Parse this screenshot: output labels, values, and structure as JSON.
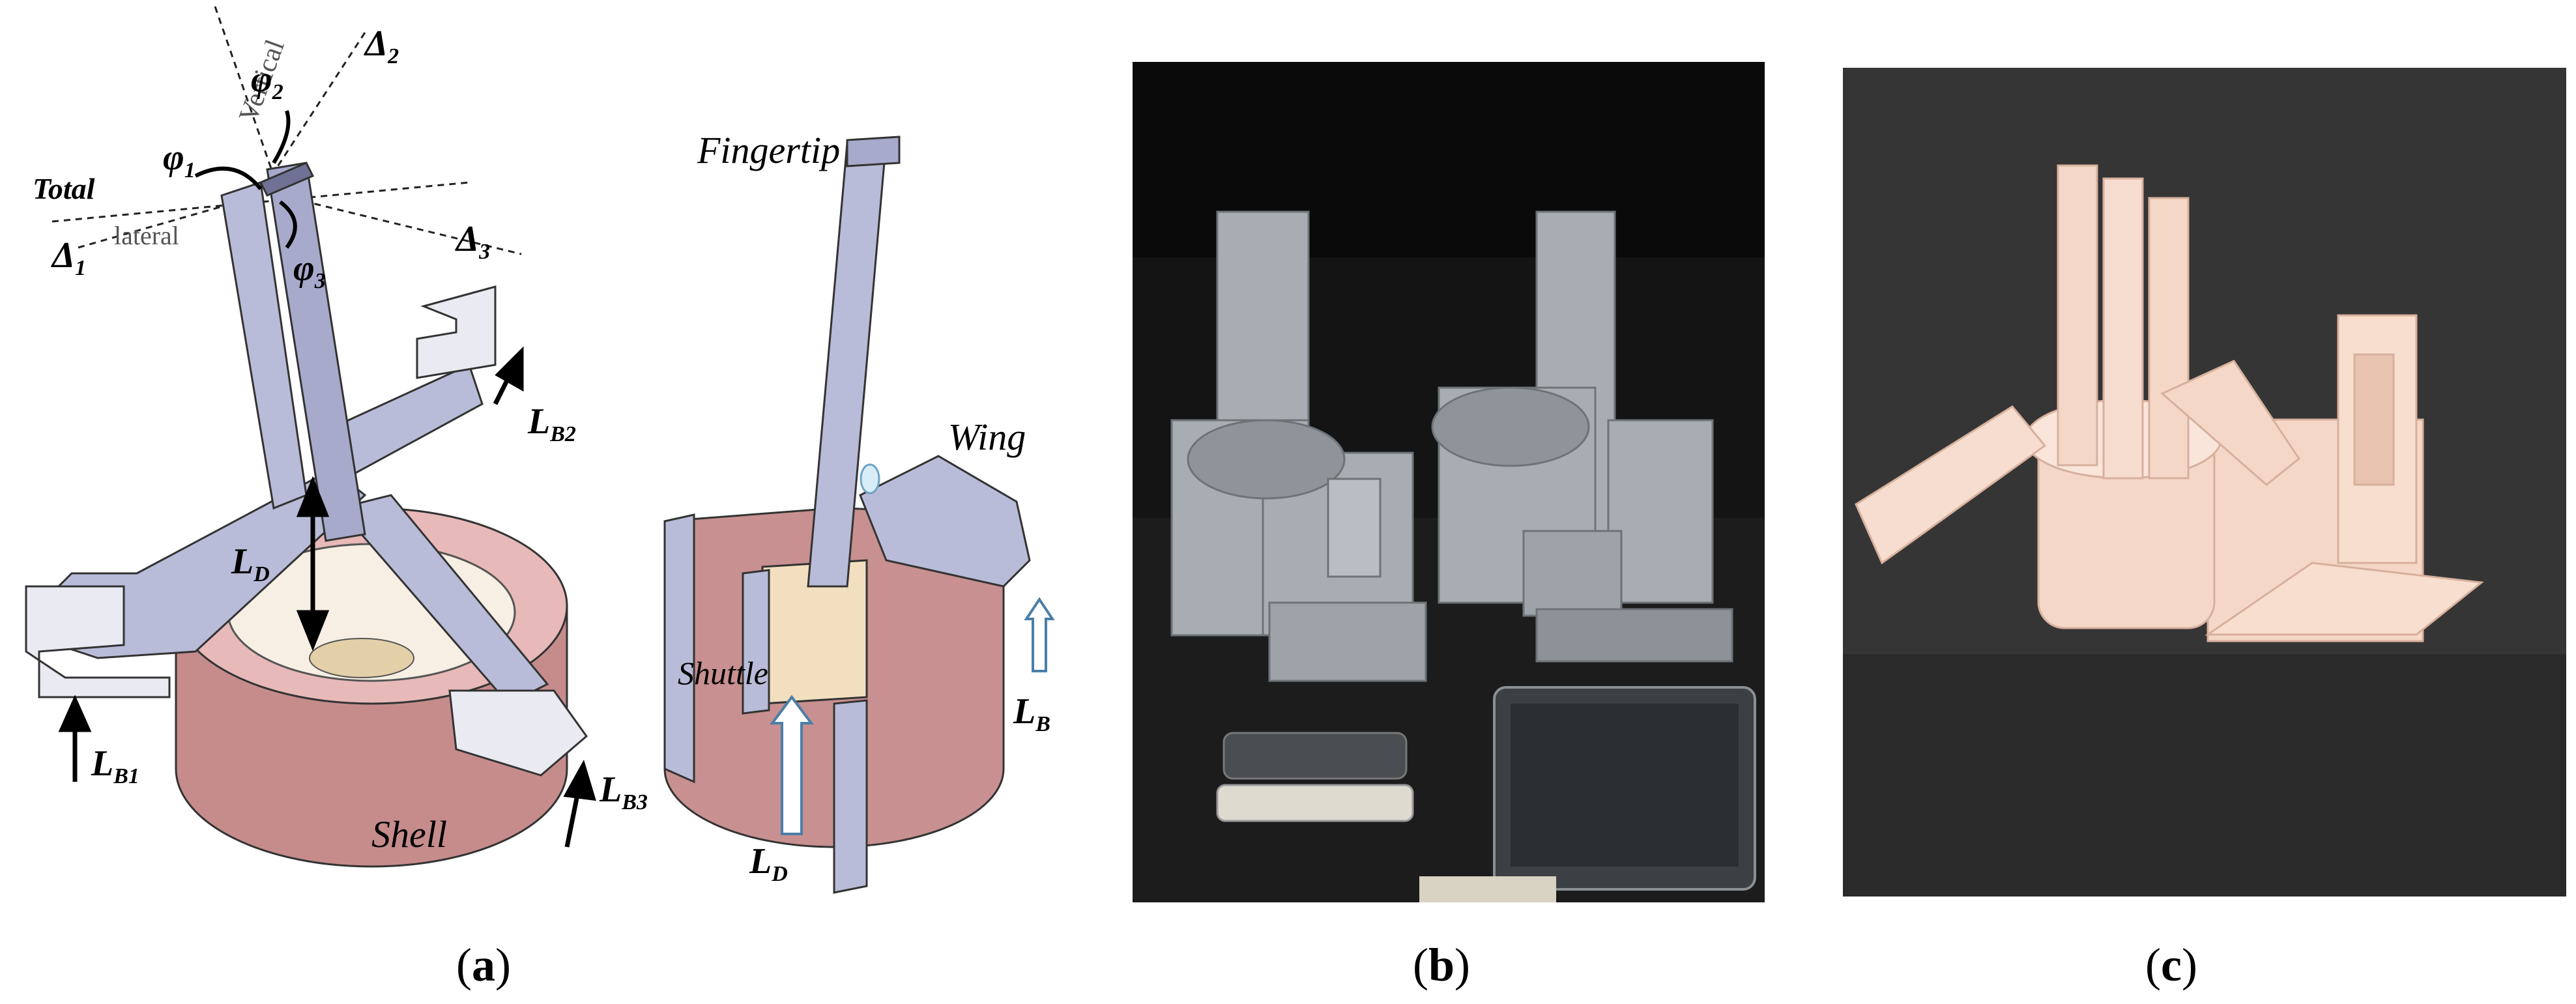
{
  "panel_a": {
    "labels": {
      "vertical": "Vertical",
      "total": "Total",
      "lateral": "lateral",
      "delta1": "Δ",
      "delta1_sub": "1",
      "delta2": "Δ",
      "delta2_sub": "2",
      "delta3": "Δ",
      "delta3_sub": "3",
      "phi1": "φ",
      "phi1_sub": "1",
      "phi2": "φ",
      "phi2_sub": "2",
      "phi3": "φ",
      "phi3_sub": "3",
      "lb1": "L",
      "lb1_sub": "B1",
      "lb2": "L",
      "lb2_sub": "B2",
      "lb3": "L",
      "lb3_sub": "B3",
      "ld_left": "L",
      "ld_left_sub": "D",
      "shell": "Shell",
      "fingertip": "Fingertip",
      "wing": "Wing",
      "shuttle": "Shuttle",
      "ld_right": "L",
      "ld_right_sub": "D",
      "lb_right": "L",
      "lb_right_sub": "B"
    },
    "colors": {
      "metal": "#b9bcd8",
      "metal_dark": "#7c7f9e",
      "shell": "#c98f8f",
      "shell_light": "#f0cfcf",
      "wood": "#f2dfbf"
    }
  },
  "captions": {
    "a_open": "(",
    "a_letter": "a",
    "a_close": ")",
    "b_open": "(",
    "b_letter": "b",
    "b_close": ")",
    "c_open": "(",
    "c_letter": "c",
    "c_close": ")"
  }
}
